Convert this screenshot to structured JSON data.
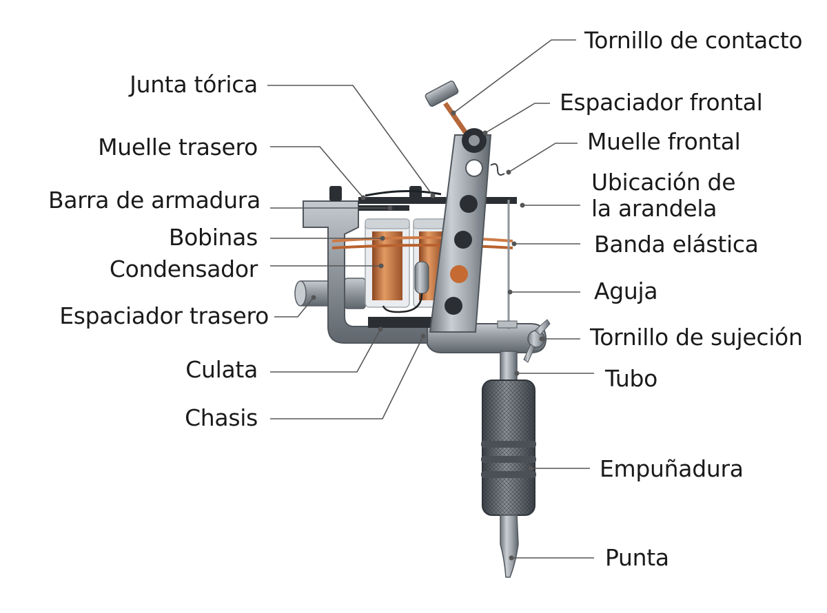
{
  "diagram": {
    "labels_left": [
      {
        "id": "junta-torica",
        "text": "Junta tórica"
      },
      {
        "id": "muelle-trasero",
        "text": "Muelle trasero"
      },
      {
        "id": "barra-armadura",
        "text": "Barra de armadura"
      },
      {
        "id": "bobinas",
        "text": "Bobinas"
      },
      {
        "id": "condensador",
        "text": "Condensador"
      },
      {
        "id": "espaciador-trasero",
        "text": "Espaciador trasero"
      },
      {
        "id": "culata",
        "text": "Culata"
      },
      {
        "id": "chasis",
        "text": "Chasis"
      }
    ],
    "labels_right": [
      {
        "id": "tornillo-contacto",
        "text": "Tornillo de contacto"
      },
      {
        "id": "espaciador-frontal",
        "text": "Espaciador frontal"
      },
      {
        "id": "muelle-frontal",
        "text": "Muelle frontal"
      },
      {
        "id": "ubicacion-arandela",
        "text": "Ubicación de",
        "text2": "la arandela"
      },
      {
        "id": "banda-elastica",
        "text": "Banda elástica"
      },
      {
        "id": "aguja",
        "text": "Aguja"
      },
      {
        "id": "tornillo-sujecion",
        "text": "Tornillo de sujeción"
      },
      {
        "id": "tubo",
        "text": "Tubo"
      },
      {
        "id": "empunadura",
        "text": "Empuñadura"
      },
      {
        "id": "punta",
        "text": "Punta"
      }
    ],
    "colors": {
      "metal": "#9aa0a6",
      "metal_dark": "#5c6268",
      "copper": "#c8743e",
      "band": "#cf7a45",
      "leader": "#555555",
      "text": "#1a1a1a"
    }
  }
}
